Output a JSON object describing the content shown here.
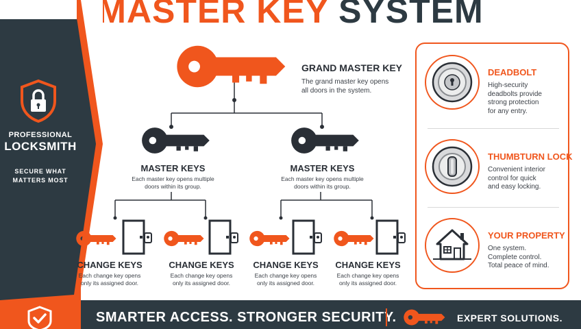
{
  "title": {
    "part1": "MASTER KEY",
    "part2": "SYSTEM"
  },
  "sidebar": {
    "line1": "PROFESSIONAL",
    "line2": "LOCKSMITH",
    "tagline1": "SECURE WHAT",
    "tagline2": "MATTERS MOST"
  },
  "hierarchy": {
    "grand_master": {
      "label": "GRAND MASTER KEY",
      "desc1": "The grand master key opens",
      "desc2": "all doors in the system."
    },
    "master_keys": [
      {
        "label": "MASTER KEYS",
        "desc1": "Each master key opens multiple",
        "desc2": "doors within its group."
      },
      {
        "label": "MASTER KEYS",
        "desc1": "Each master key opens multiple",
        "desc2": "doors within its group."
      }
    ],
    "change_keys": [
      {
        "label": "CHANGE KEYS",
        "desc1": "Each change key opens",
        "desc2": "only its assigned door."
      },
      {
        "label": "CHANGE KEYS",
        "desc1": "Each change key opens",
        "desc2": "only its assigned door."
      },
      {
        "label": "CHANGE KEYS",
        "desc1": "Each change key opens",
        "desc2": "only its assigned door."
      },
      {
        "label": "CHANGE KEYS",
        "desc1": "Each change key opens",
        "desc2": "only its assigned door."
      }
    ]
  },
  "features": [
    {
      "icon": "deadbolt-icon",
      "title": "DEADBOLT",
      "lines": [
        "High-security",
        "deadbolts provide",
        "strong protection",
        "for any entry."
      ]
    },
    {
      "icon": "thumbturn-icon",
      "title": "THUMBTURN LOCK",
      "lines": [
        "Convenient interior",
        "control for quick",
        "and easy locking."
      ]
    },
    {
      "icon": "house-icon",
      "title": "YOUR PROPERTY",
      "lines": [
        "One system.",
        "Complete control.",
        "Total peace of mind."
      ]
    }
  ],
  "banner": {
    "main": "SMARTER ACCESS. STRONGER SECURITY.",
    "right": "EXPERT SOLUTIONS."
  },
  "colors": {
    "accent": "#f0561d",
    "dark": "#2d3a42",
    "text": "#2a2f36"
  }
}
